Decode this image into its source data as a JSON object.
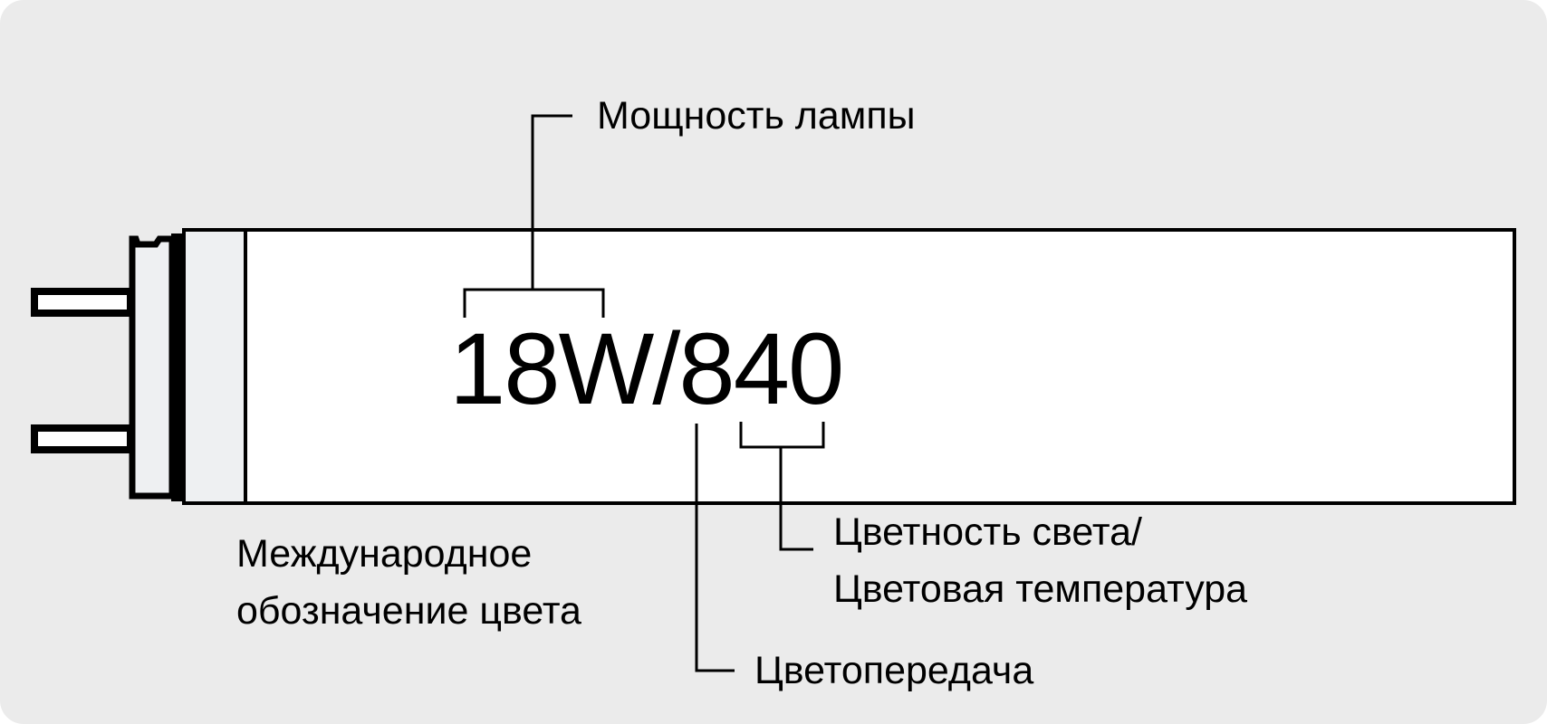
{
  "lamp_code": "18W/840",
  "labels": {
    "power": "Мощность лампы",
    "color_designation_line1": "Международное",
    "color_designation_line2": "обозначение цвета",
    "color_temp_line1": "Цветность света/",
    "color_temp_line2": "Цветовая температура",
    "color_rendering": "Цветопередача"
  }
}
